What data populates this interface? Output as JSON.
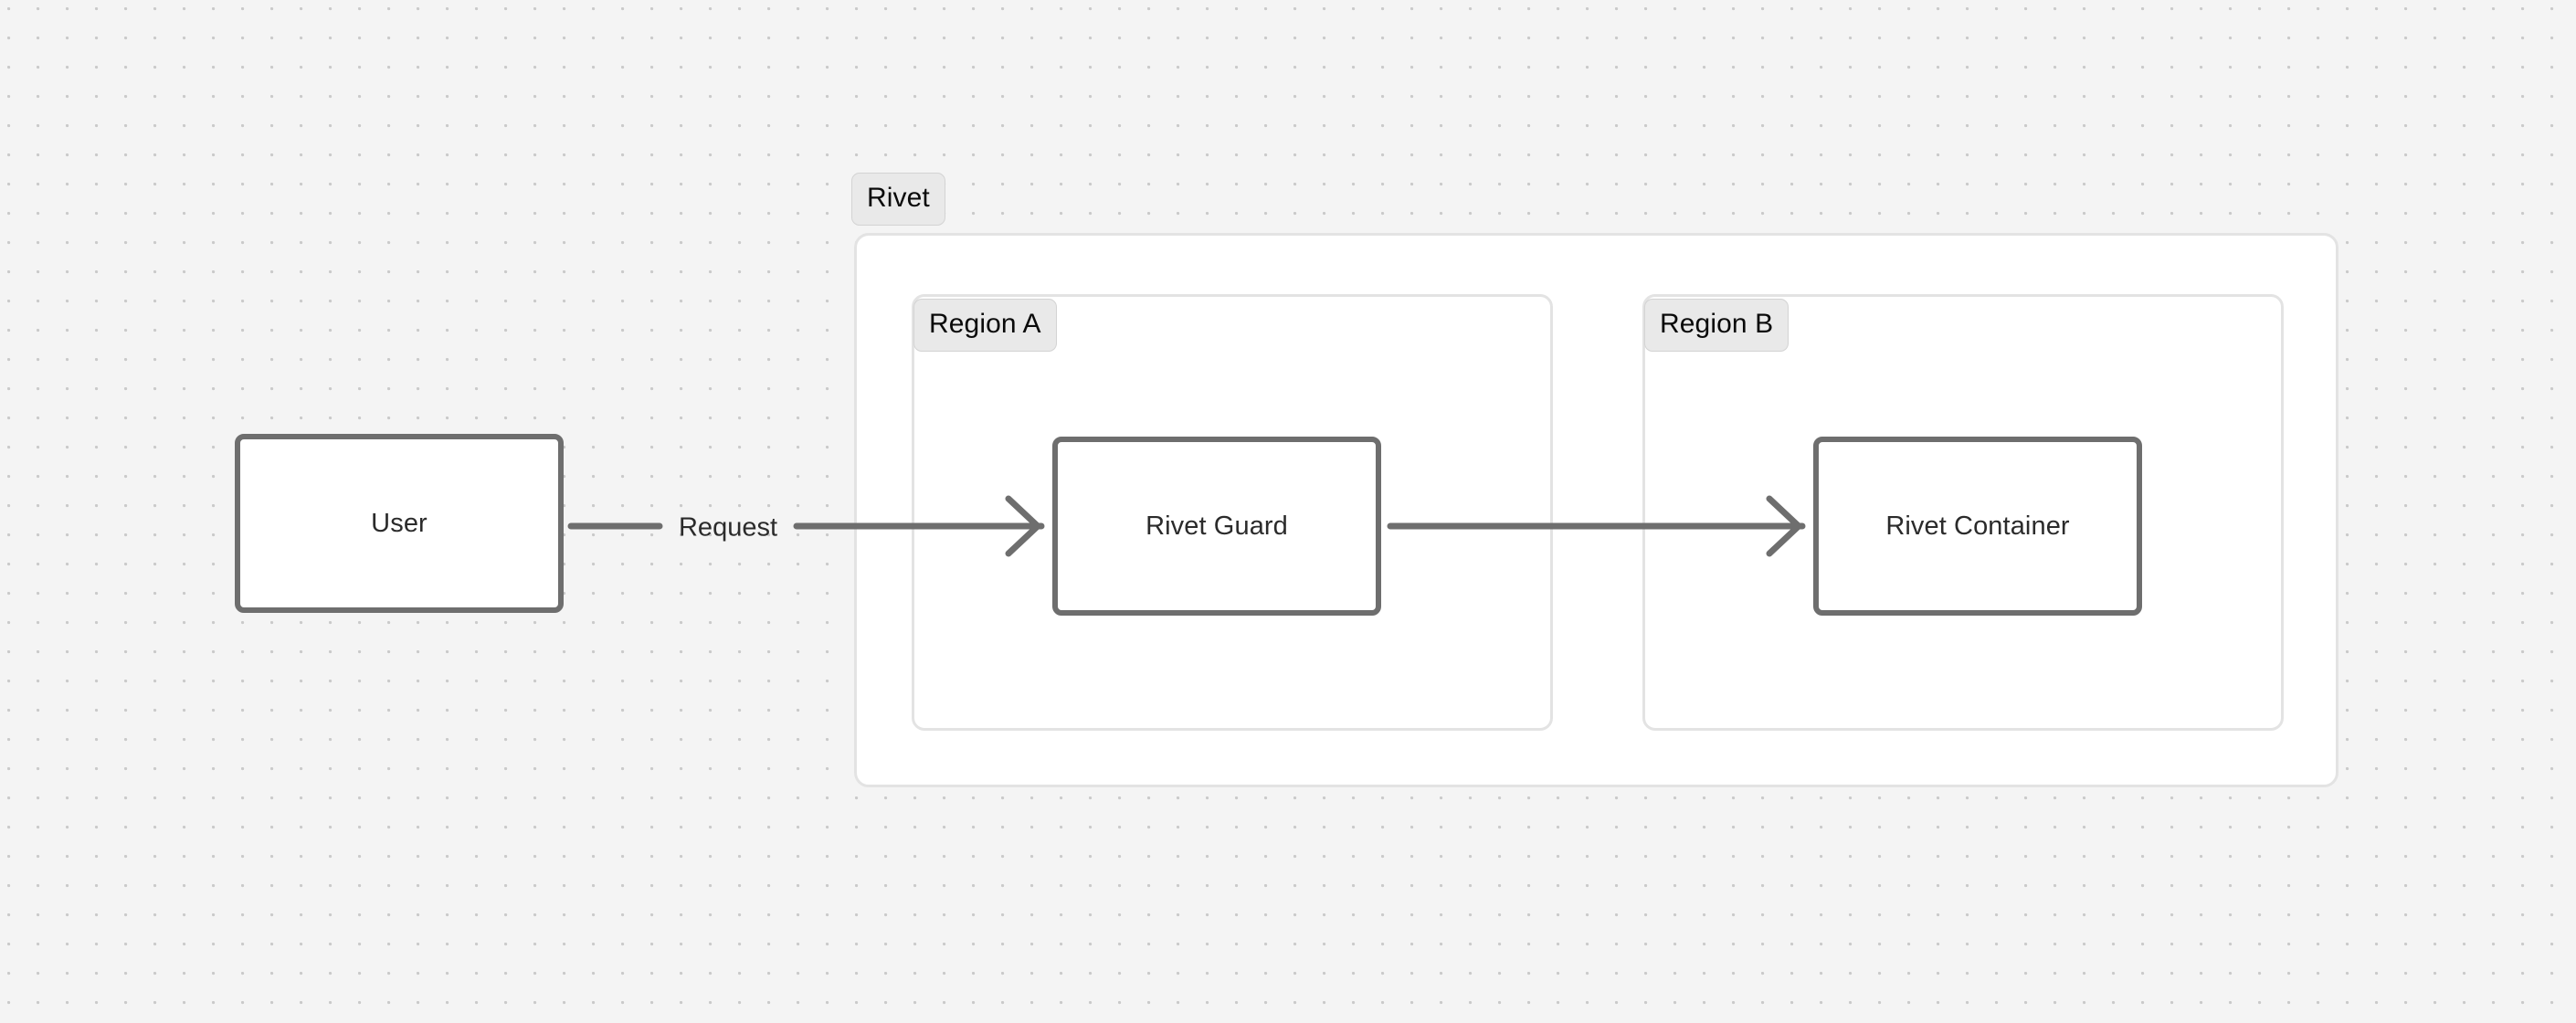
{
  "diagram": {
    "type": "flowchart",
    "direction": "left-to-right",
    "background": "#f4f4f4",
    "grid": "dot-grid",
    "node_border_color": "#6e6e6e",
    "node_fill": "#ffffff",
    "group_border_color": "#e3e3e3",
    "group_fill": "#ffffff",
    "badge_fill": "#e9e9e9",
    "badge_border": "#d3d3d3",
    "edge_color": "#6e6e6e"
  },
  "groups": {
    "outer": {
      "label": "Rivet"
    },
    "region_a": {
      "label": "Region A"
    },
    "region_b": {
      "label": "Region B"
    }
  },
  "nodes": [
    {
      "id": "user",
      "label": "User"
    },
    {
      "id": "rivet_guard",
      "label": "Rivet Guard"
    },
    {
      "id": "rivet_container",
      "label": "Rivet Container"
    }
  ],
  "edges": [
    {
      "id": "user-to-guard",
      "from": "User",
      "to": "Rivet Guard",
      "label": "Request"
    },
    {
      "id": "guard-to-container",
      "from": "Rivet Guard",
      "to": "Rivet Container",
      "label": ""
    }
  ]
}
